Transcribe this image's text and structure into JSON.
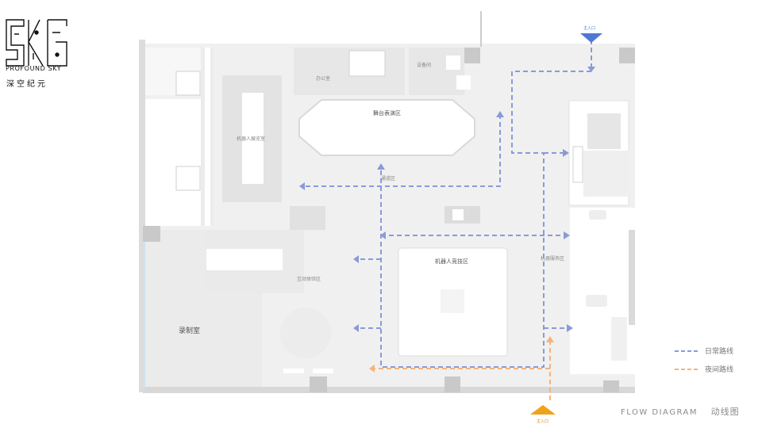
{
  "brand": {
    "name_en": "PROFOUND SKY",
    "name_cn": "深空纪元"
  },
  "entrances": {
    "top_label": "主入口",
    "bottom_label": "主入口"
  },
  "rooms": {
    "office": "办公室",
    "equipment": "设备间",
    "stage": "舞台表演区",
    "robot_exhibit": "机器人展览室",
    "corridor": "通道区",
    "interactive": "互动体验区",
    "experience": "机器人竞技区",
    "recording": "录制室",
    "robot_service": "机器服务区"
  },
  "legend": {
    "day_label": "日常路线",
    "night_label": "夜间路线",
    "day_color": "#8a9ad8",
    "night_color": "#f4b47a"
  },
  "footer": {
    "en": "FLOW DIAGRAM",
    "cn": "动线图"
  }
}
